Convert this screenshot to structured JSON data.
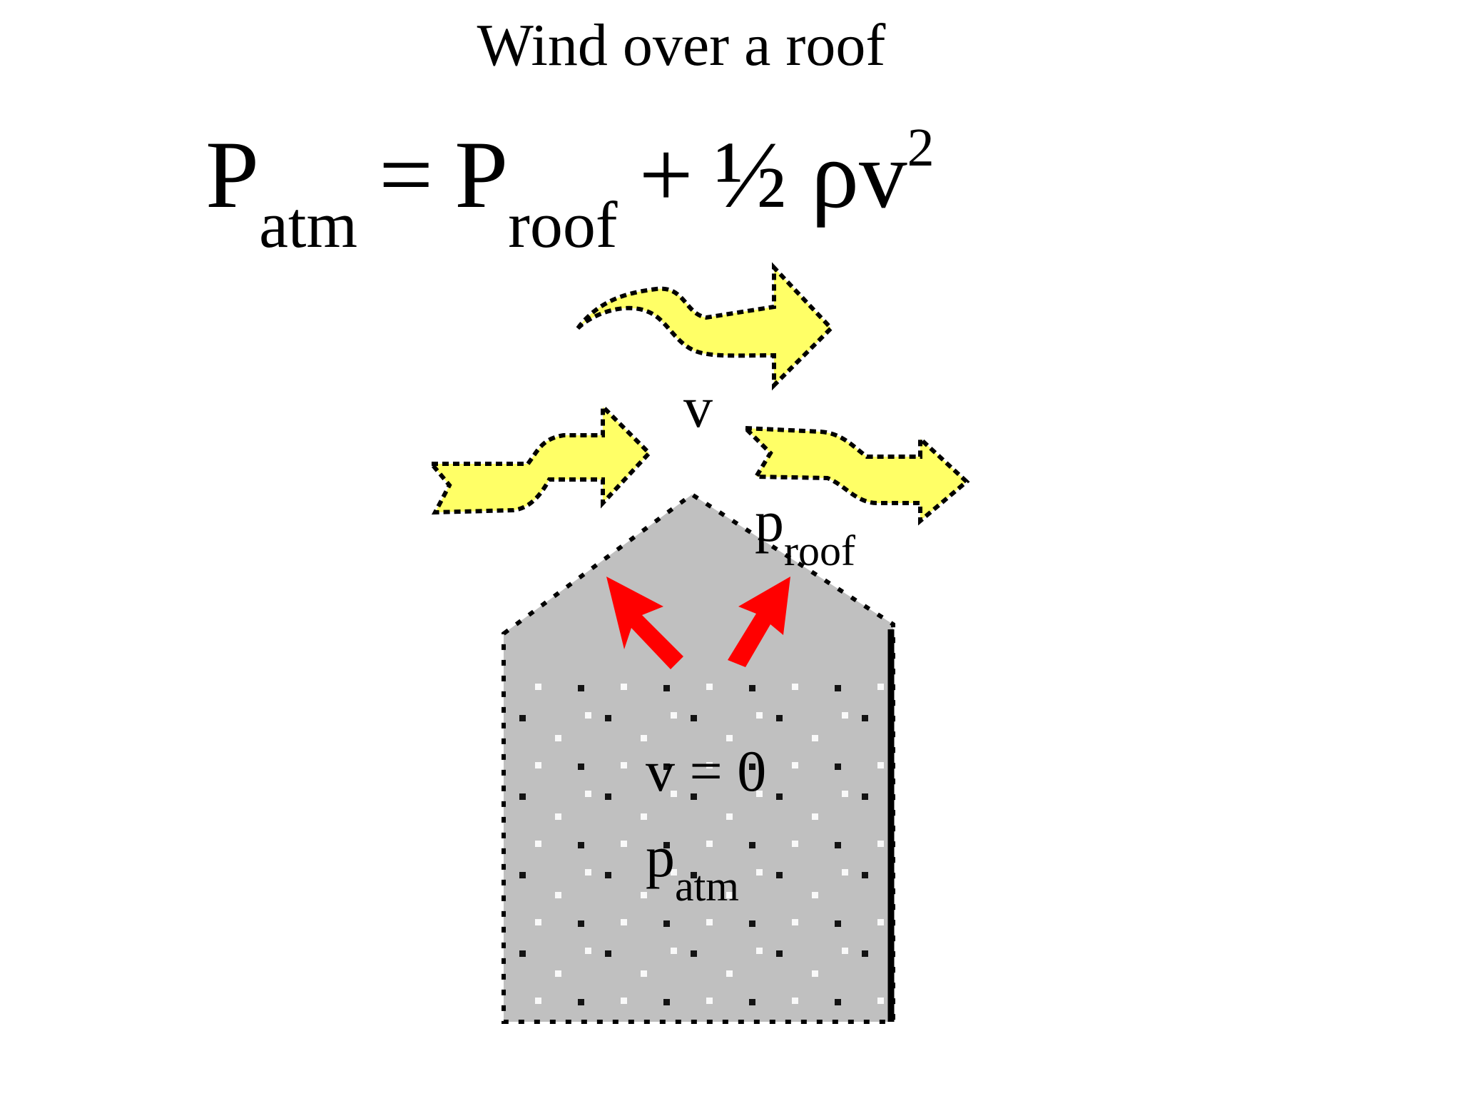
{
  "title": "Wind over a roof",
  "equation": {
    "lhs_symbol": "P",
    "lhs_sub": "atm",
    "equals": "=",
    "rhs_symbol": "P",
    "rhs_sub": "roof",
    "plus": "+",
    "half": "½",
    "rho_v": "ρv",
    "exponent": "2"
  },
  "labels": {
    "wind_speed": "v",
    "roof_pressure_symbol": "p",
    "roof_pressure_sub": "roof",
    "inside_velocity": "v = 0",
    "inside_pressure_symbol": "p",
    "inside_pressure_sub": "atm"
  },
  "colors": {
    "wind_arrow": "#ffff66",
    "lift_arrow": "#ff0000",
    "house_fill": "#c0c0c0",
    "outline": "#000000"
  }
}
